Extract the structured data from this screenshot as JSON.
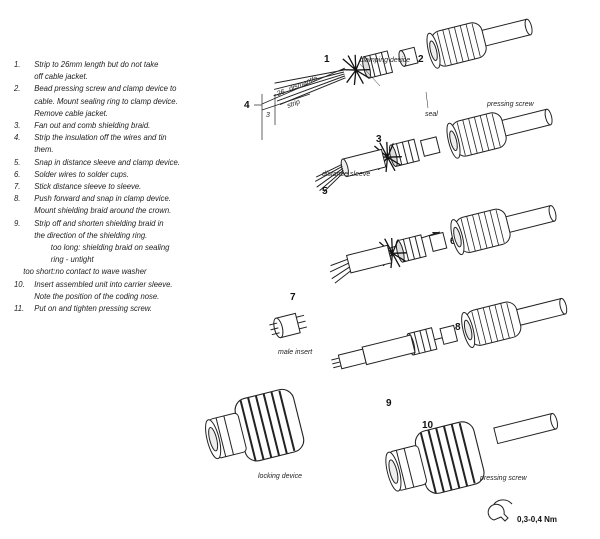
{
  "instructions": [
    {
      "num": "1.",
      "lines": [
        "Strip to 26mm length but do not take",
        "off cable jacket."
      ]
    },
    {
      "num": "2.",
      "lines": [
        "Bead pressing screw and clamp device to",
        "cable. Mount sealing ring to clamp device.",
        "Remove cable jacket."
      ]
    },
    {
      "num": "3.",
      "lines": [
        "Fan out and comb shielding braid."
      ]
    },
    {
      "num": "4.",
      "lines": [
        "Strip the insulation off the wires and tin",
        "them."
      ]
    },
    {
      "num": "5.",
      "lines": [
        "Snap in distance sleeve and clamp device."
      ]
    },
    {
      "num": "6.",
      "lines": [
        "Solder wires to solder cups."
      ]
    },
    {
      "num": "7.",
      "lines": [
        "Stick distance sleeve to sleeve."
      ]
    },
    {
      "num": "8.",
      "lines": [
        "Push forward  and snap in clamp device.",
        "Mount shielding braid around the crown."
      ]
    },
    {
      "num": "9.",
      "lines": [
        "Strip off and shorten shielding braid in",
        "the direction of the shielding ring.",
        "too long: shielding braid on sealing",
        "ring - untight"
      ]
    },
    {
      "num": "",
      "lines": [
        "too short:no contact to wave washer"
      ]
    },
    {
      "num": "10.",
      "lines": [
        "Insert assembled unit into carrier sleeve.",
        "Note the position of the coding nose."
      ]
    },
    {
      "num": "11.",
      "lines": [
        "Put on and tighten pressing screw."
      ]
    }
  ],
  "labels": {
    "clamping_device": "clamping device",
    "seal": "seal",
    "pressing_screw": "pressing screw",
    "distance_sleeve": "distance sleeve",
    "male_insert": "male insert",
    "locking_device": "locking device",
    "pressing_screw_2": "pressing screw",
    "dim_26": "26",
    "dismantle": "dismantle",
    "dim_3": "3",
    "strip": "strip",
    "torque": "0,3-0,4 Nm"
  },
  "step_numbers": {
    "s1": "1",
    "s2": "2",
    "s3": "3",
    "s4": "4",
    "s5": "5",
    "s6": "6",
    "s7": "7",
    "s8": "8",
    "s9": "9",
    "s10": "10"
  }
}
